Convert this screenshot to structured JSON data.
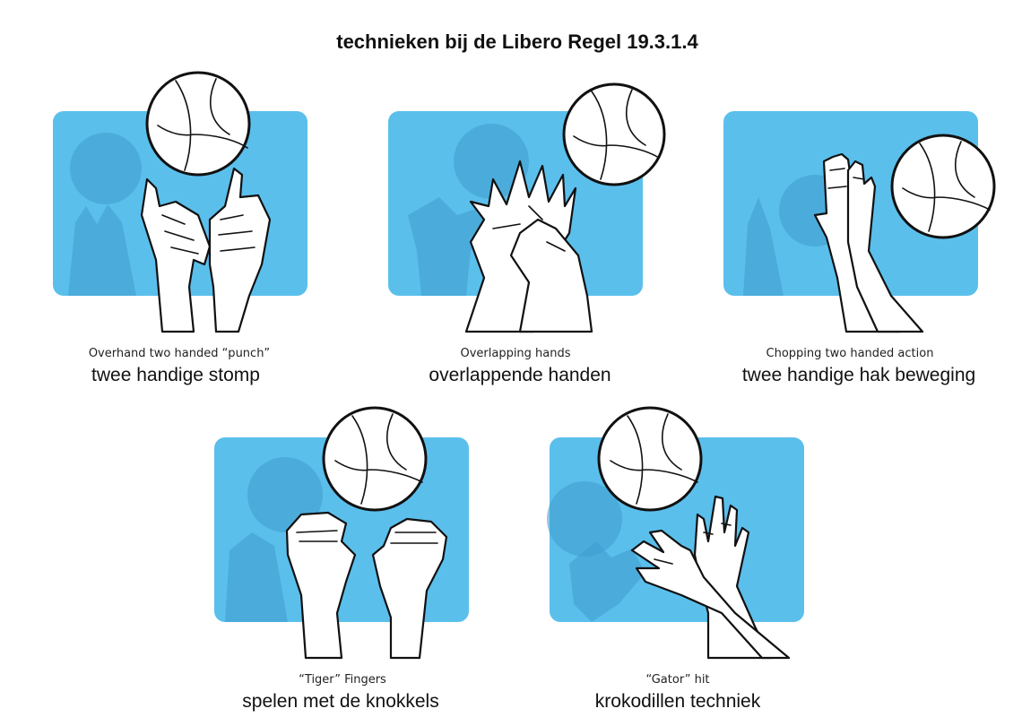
{
  "title": "technieken bij de Libero Regel 19.3.1.4",
  "colors": {
    "card": "#5bbfec",
    "shadow": "#3e9ccd",
    "line": "#111111"
  },
  "techniques": [
    {
      "english": "Overhand two handed “punch”",
      "dutch": "twee handige stomp",
      "icon": "punch-hands-icon"
    },
    {
      "english": "Overlapping hands",
      "dutch": "overlappende handen",
      "icon": "overlapping-hands-icon"
    },
    {
      "english": "Chopping two handed action",
      "dutch": "twee handige hak beweging",
      "icon": "chopping-hands-icon"
    },
    {
      "english": "“Tiger” Fingers",
      "dutch": "spelen met de knokkels",
      "icon": "tiger-fingers-icon"
    },
    {
      "english": "“Gator” hit",
      "dutch": "krokodillen techniek",
      "icon": "gator-hands-icon"
    }
  ]
}
